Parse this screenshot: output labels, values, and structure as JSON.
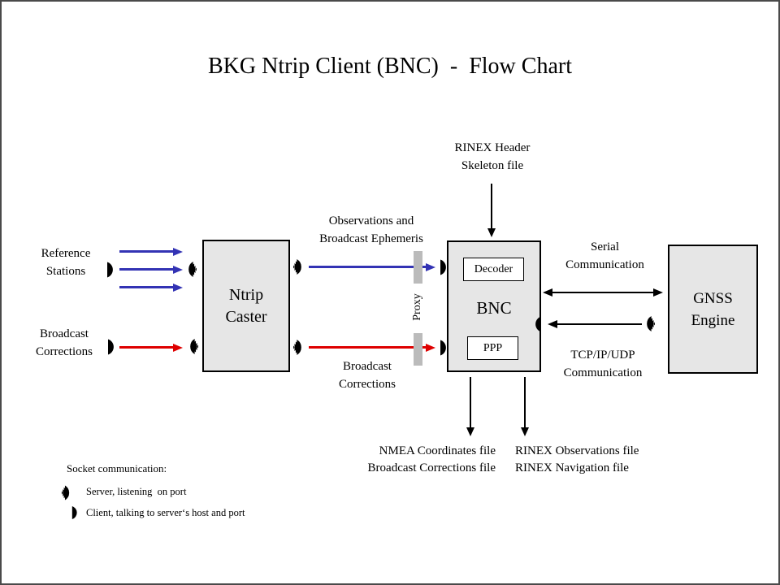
{
  "title": "BKG Ntrip Client (BNC)  -  Flow Chart",
  "colors": {
    "blue": "#3333B4",
    "red": "#DE0000",
    "black": "#000000",
    "box_fill": "#E6E6E6",
    "proxy_bar": "#BBBBBB"
  },
  "icons": {
    "server": "server-listening-icon",
    "client": "client-talking-icon"
  },
  "nodes": {
    "ntrip_caster": {
      "line1": "Ntrip",
      "line2": "Caster"
    },
    "bnc": {
      "label": "BNC",
      "decoder_label": "Decoder",
      "ppp_label": "PPP"
    },
    "gnss_engine": {
      "line1": "GNSS",
      "line2": "Engine"
    }
  },
  "sources": {
    "reference_stations": {
      "line1": "Reference",
      "line2": "Stations"
    },
    "broadcast_corrections": {
      "line1": "Broadcast",
      "line2": "Corrections"
    }
  },
  "flow_labels": {
    "observations": {
      "line1": "Observations and",
      "line2": "Broadcast Ephemeris"
    },
    "broadcast_corrections": {
      "line1": "Broadcast",
      "line2": "Corrections"
    },
    "rinex_header": {
      "line1": "RINEX Header",
      "line2": "Skeleton file"
    },
    "serial": {
      "line1": "Serial",
      "line2": "Communication"
    },
    "tcpip": {
      "line1": "TCP/IP/UDP",
      "line2": "Communication"
    },
    "proxy": "Proxy"
  },
  "outputs": {
    "nmea": {
      "line1": "NMEA Coordinates file",
      "line2": "Broadcast Corrections file"
    },
    "rinex": {
      "line1": "RINEX Observations file",
      "line2": "RINEX Navigation file"
    }
  },
  "legend": {
    "heading": "Socket communication:",
    "server_item": "Server, listening  on port",
    "client_item": "Client, talking to server‘s host and port"
  }
}
